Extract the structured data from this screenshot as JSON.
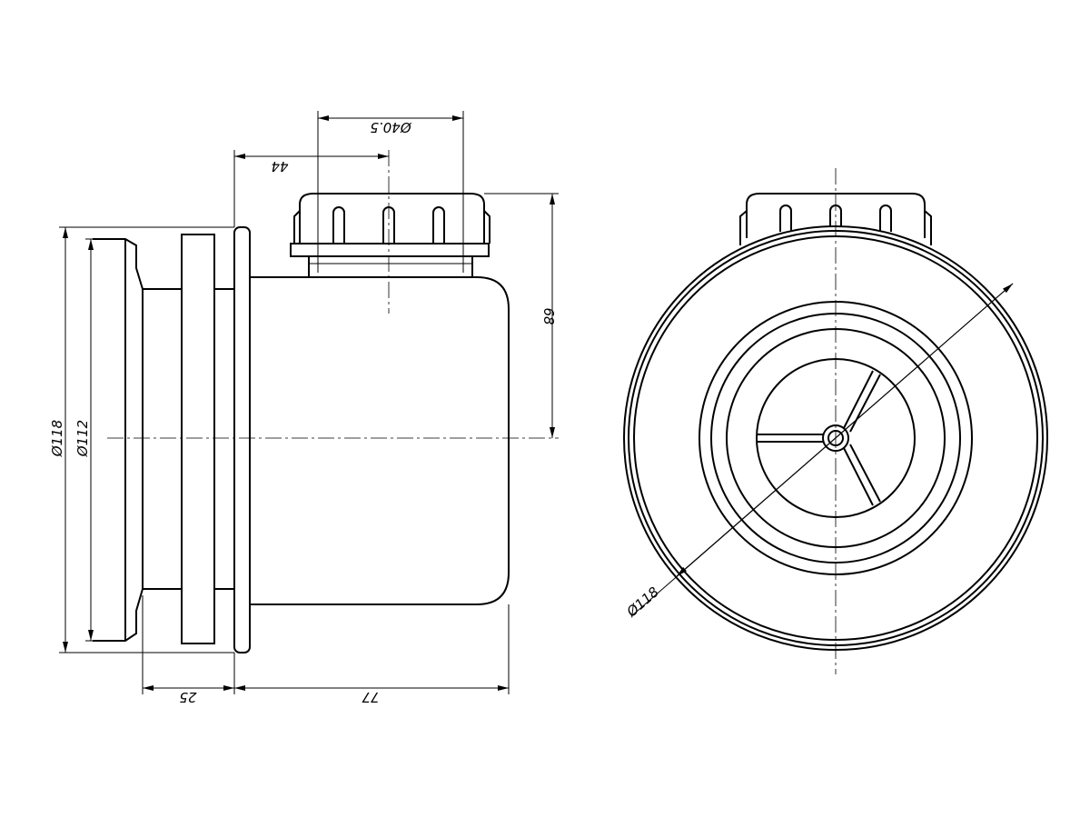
{
  "drawing": {
    "side_view": {
      "dimensions": {
        "outlet_diameter": "Ø40.5",
        "outlet_offset": "44",
        "outlet_height": "68",
        "flange_outer_diameter": "Ø118",
        "flange_inner_diameter": "Ø112",
        "flange_depth": "25",
        "body_length": "77"
      }
    },
    "front_view": {
      "dimensions": {
        "outer_diameter": "Ø118"
      }
    }
  }
}
